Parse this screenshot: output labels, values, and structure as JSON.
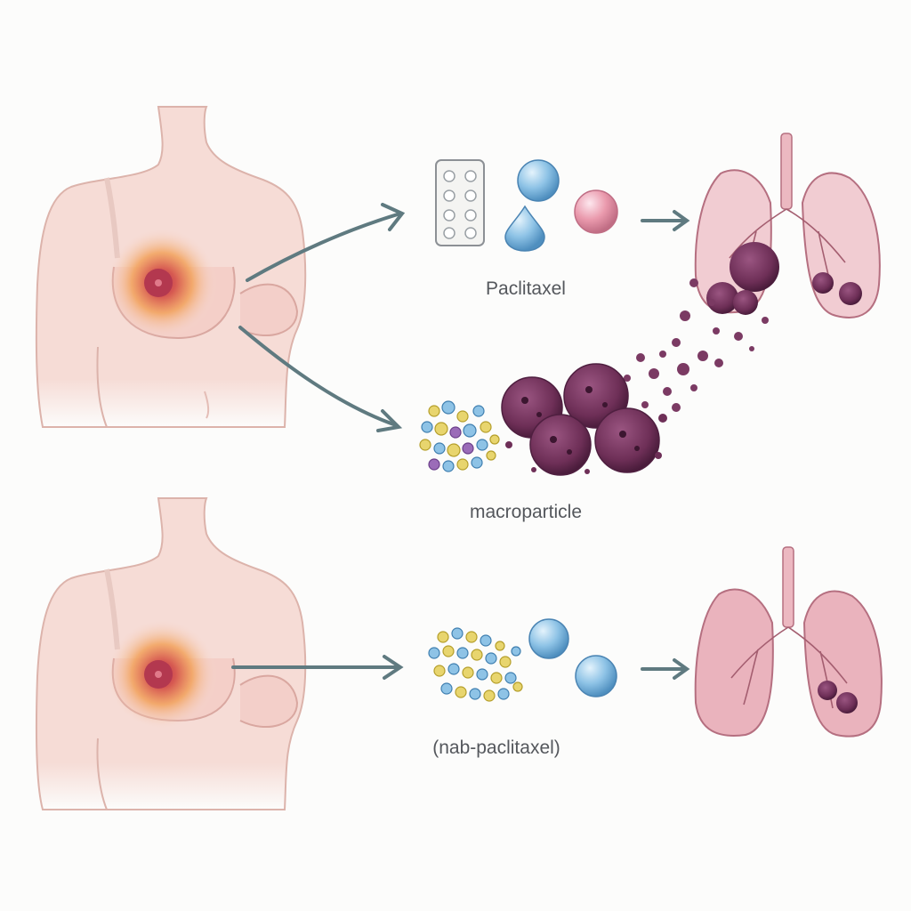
{
  "labels": {
    "top": "Paclitaxel",
    "middle": "macroparticle",
    "bottom": "(nab-paclitaxel)"
  },
  "colors": {
    "skin": "#f6dcd6",
    "skin_outline": "#d9a7a0",
    "tumor": "#b3384f",
    "tumor_glow": "#f2a25c",
    "arrow": "#5f7a80",
    "drug_blue": "#8ec3e6",
    "drug_pink": "#ea9aad",
    "cell_purple": "#7b3a63",
    "lung": "#eab3bd",
    "lung_outline": "#b56f80"
  },
  "icons": [
    "torso-with-breast-tumor-icon",
    "pill-blister-pack-icon",
    "blue-sphere-icon",
    "blue-droplet-icon",
    "pink-sphere-icon",
    "lungs-icon",
    "nanoparticle-cluster-icon",
    "tumor-cell-aggregate-icon"
  ]
}
